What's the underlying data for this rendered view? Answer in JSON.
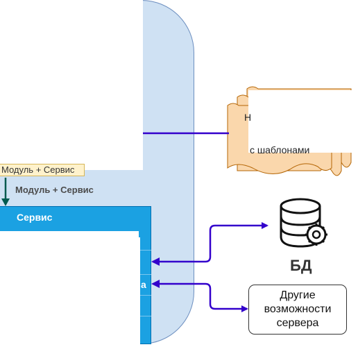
{
  "server": {
    "module_service_box": "Модуль + Сервис",
    "flow_label": "Модуль + Сервис",
    "service_title": "Сервис",
    "partial_row_text": "а"
  },
  "templates_doc": {
    "fragment_char": "Н",
    "text": "с шаблонами"
  },
  "database": {
    "label": "БД",
    "icon": "database-gear-icon"
  },
  "other_features": {
    "label": "Другие возможности сервера"
  },
  "colors": {
    "server_fill": "#cfe1f3",
    "service_fill": "#1ba1e2",
    "arrow": "#3300cc",
    "flow_arrow": "#005a4f",
    "doc_fill": "#fad7ac"
  }
}
